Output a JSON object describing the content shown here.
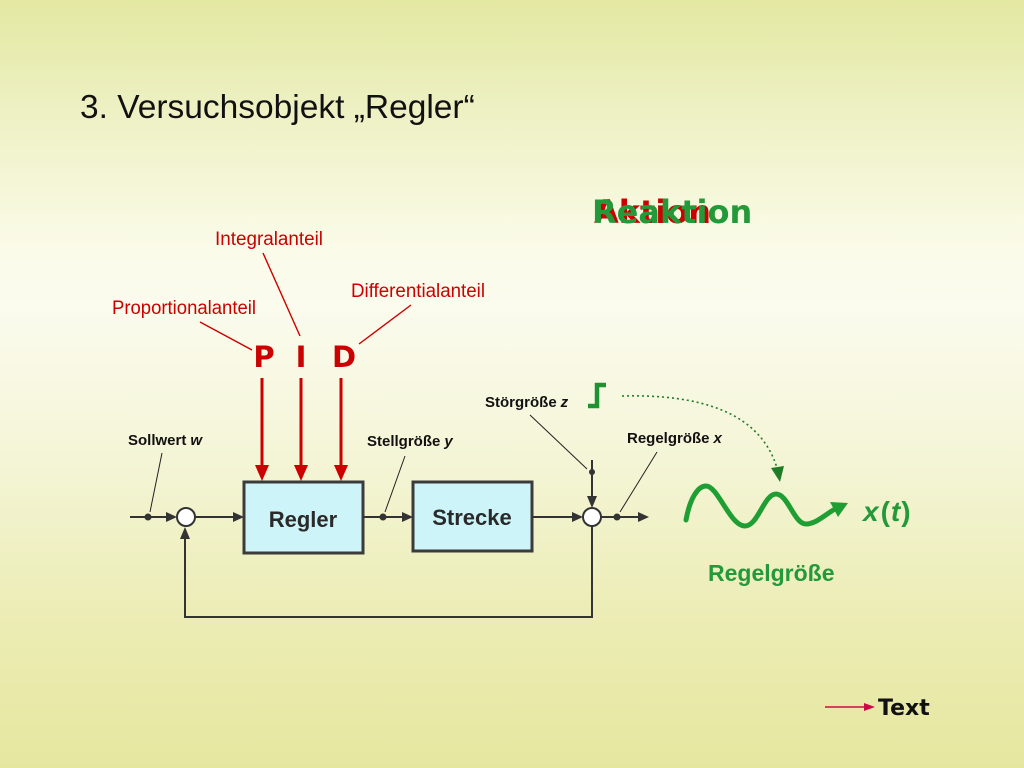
{
  "slide": {
    "title": "3. Versuchsobjekt „Regler“"
  },
  "headline": {
    "action": "Aktion",
    "reaction": "Reaktion"
  },
  "pid": {
    "labels": {
      "proportional": "Proportionalanteil",
      "integral": "Integralanteil",
      "differential": "Differentialanteil"
    },
    "letters": {
      "p": "P",
      "i": "I",
      "d": "D"
    }
  },
  "blocks": {
    "controller": "Regler",
    "plant": "Strecke"
  },
  "signals": {
    "setpoint": {
      "label": "Sollwert",
      "symbol": "w"
    },
    "manipulated": {
      "label": "Stellgröße",
      "symbol": "y"
    },
    "disturbance": {
      "label": "Störgröße",
      "symbol": "z"
    },
    "controlled": {
      "label": "Regelgröße",
      "symbol": "x"
    }
  },
  "output": {
    "function": {
      "name": "x",
      "open": "(",
      "arg": "t",
      "close": ")"
    },
    "label": "Regelgröße"
  },
  "link": {
    "label": "Text",
    "icon": "arrow-right-icon"
  },
  "icons": {
    "disturbance_step": "step-signal-icon",
    "output_wave": "wave-icon"
  },
  "colors": {
    "red": "#cc0000",
    "green": "#23993a",
    "wave": "#1f9e34",
    "block_fill": "#ccf4f9",
    "link": "#cc0a4a"
  }
}
